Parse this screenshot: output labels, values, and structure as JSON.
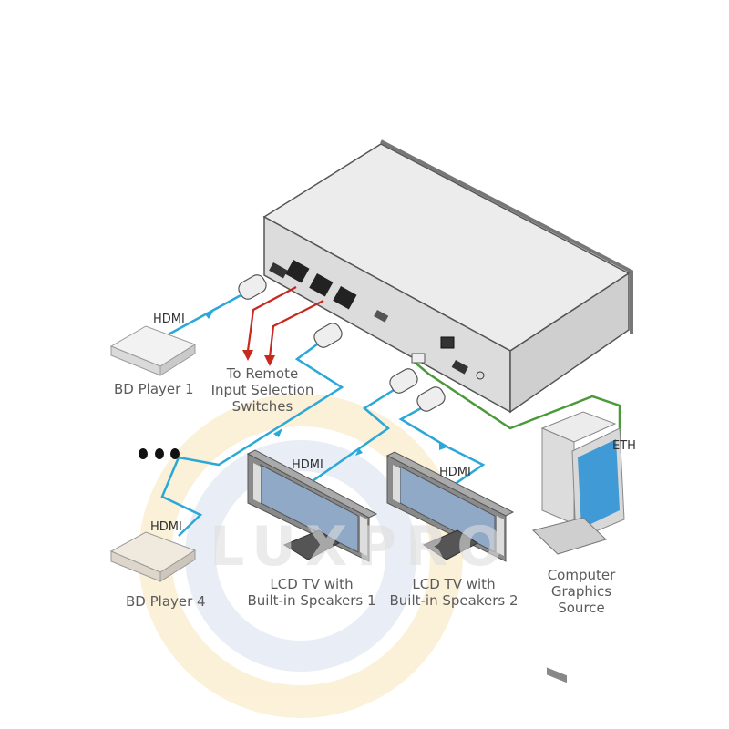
{
  "diagram": {
    "devices": {
      "bd_player_1": "BD Player 1",
      "bd_player_4": "BD Player 4",
      "lcd_tv_1": [
        "LCD TV with",
        "Built-in Speakers 1"
      ],
      "lcd_tv_2": [
        "LCD TV with",
        "Built-in Speakers 2"
      ],
      "computer": [
        "Computer",
        "Graphics",
        "Source"
      ],
      "remote_switches": [
        "To Remote",
        "Input Selection",
        "Switches"
      ]
    },
    "cable_labels": {
      "hdmi_in_1": "HDMI",
      "hdmi_in_4": "HDMI",
      "hdmi_out_1": "HDMI",
      "hdmi_out_2": "HDMI",
      "eth": "ETH"
    },
    "ellipsis": "● ● ●",
    "watermark": "LUXPRO",
    "colors": {
      "hdmi_cable": "#2aa8d8",
      "eth_cable": "#4a9a3a",
      "remote_cable": "#c8281e",
      "device_body": "#e6e6e6",
      "device_outline": "#666666",
      "watermark_ring_outer": "#fbeed2",
      "watermark_ring_inner": "#e3eaf4"
    }
  }
}
